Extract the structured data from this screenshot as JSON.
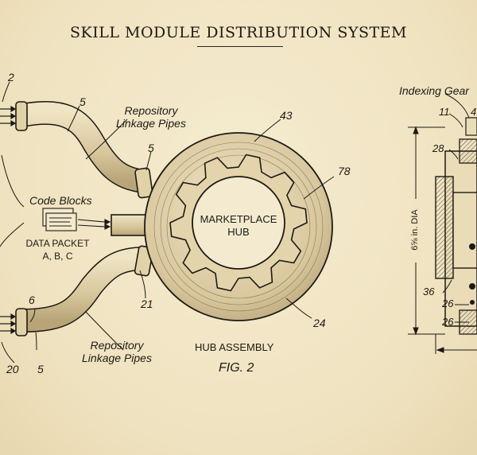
{
  "title": "SKILL MODULE DISTRIBUTION SYSTEM",
  "labels": {
    "repo_top_1": "Repository",
    "repo_top_2": "Linkage Pipes",
    "repo_bot_1": "Repository",
    "repo_bot_2": "Linkage Pipes",
    "code_blocks": "Code Blocks",
    "data_packet_1": "DATA PACKET",
    "data_packet_2": "A, B, C",
    "hub_1": "MARKETPLACE",
    "hub_2": "HUB",
    "hub_assembly": "HUB ASSEMBLY",
    "fig": "FIG. 2",
    "indexing": "Indexing Gear",
    "dia": "6⅝ in. DIA"
  },
  "refs": {
    "r2": "2",
    "r5a": "5",
    "r5b": "5",
    "r5c": "5",
    "r43": "43",
    "r78": "78",
    "r6": "6",
    "r20": "20",
    "r21": "21",
    "r24": "24",
    "r11": "11",
    "r4": "4",
    "r28": "28",
    "r36": "36",
    "r26a": "26",
    "r26b": "26"
  },
  "colors": {
    "paper": "#f1e6c6",
    "ink": "#1d1a14",
    "shade": "#c9b78f"
  }
}
